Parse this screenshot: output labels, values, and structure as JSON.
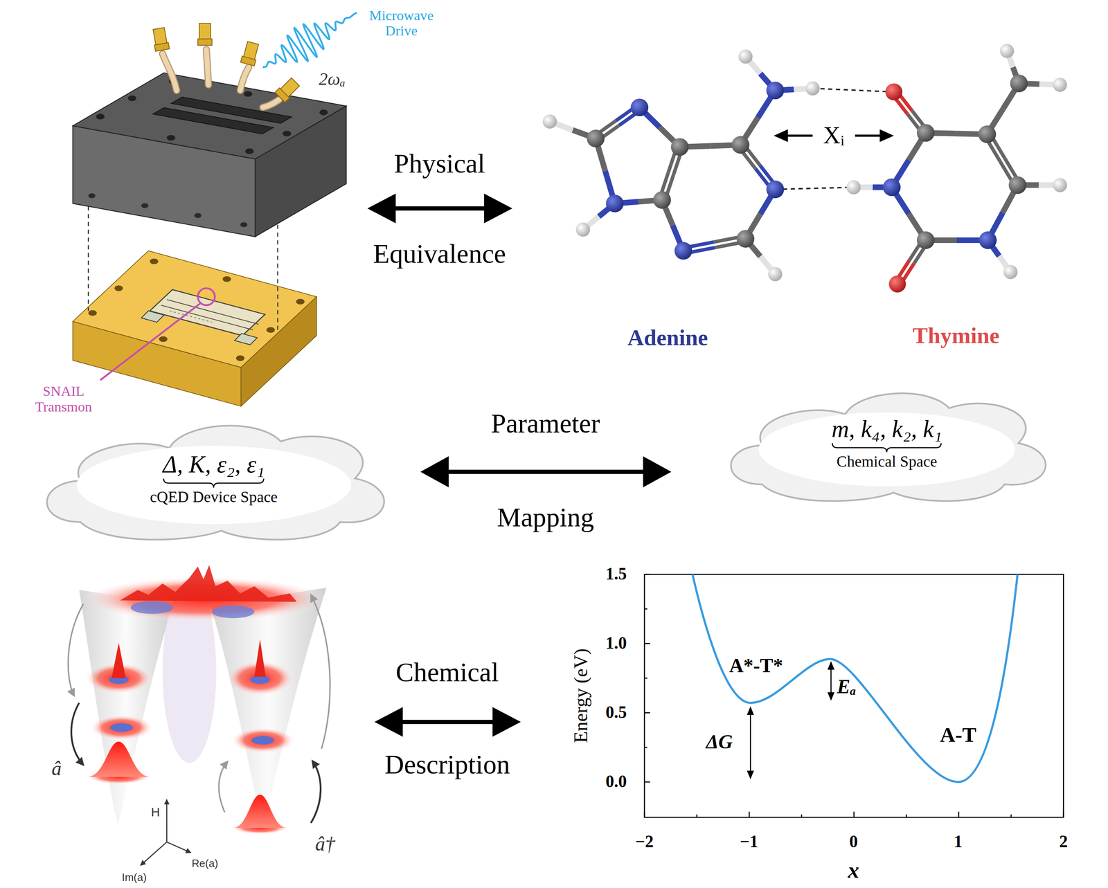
{
  "diagram": {
    "nodes": [
      {
        "text": [
          "Δ, K, ε₂, ε₁",
          "cQED Device Space"
        ]
      },
      {
        "text": [
          "m, k₄, k₂, k₁",
          "Chemical Space"
        ]
      }
    ],
    "edges": [
      {
        "from": 0,
        "to": 1,
        "arrow": "both"
      }
    ],
    "labels": [
      "Microwave Drive",
      "2ωₐ",
      "SNAIL Transmon",
      "Physical",
      "Equivalence",
      "Xᵢ",
      "Adenine",
      "Thymine",
      "Parameter",
      "Mapping",
      "â",
      "â†",
      "H",
      "Im(a)",
      "Re(a)",
      "Chemical",
      "Description",
      "1.5",
      "1.0",
      "0.5",
      "0.0",
      "Energy (eV)",
      "A*-T*",
      "Eₐ",
      "ΔG",
      "A-T",
      "−2",
      "−1",
      "0",
      "1",
      "2",
      "x"
    ]
  }
}
